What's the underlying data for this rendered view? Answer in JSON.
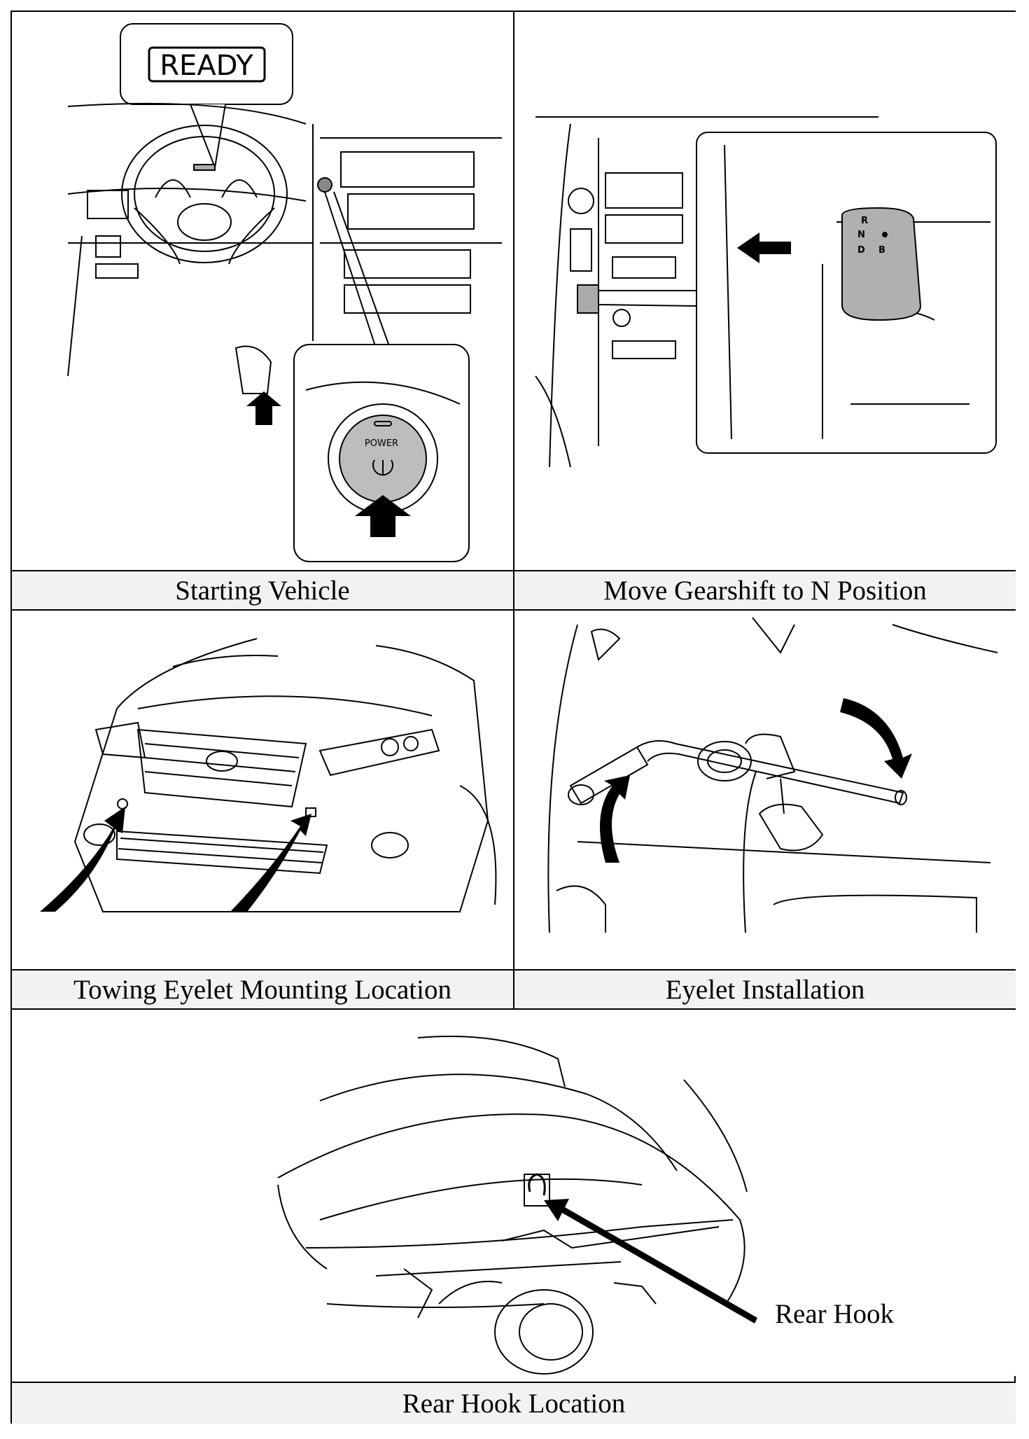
{
  "panels": [
    {
      "id": "starting",
      "caption": "Starting Vehicle"
    },
    {
      "id": "gearshift",
      "caption": "Move Gearshift to N Position"
    },
    {
      "id": "eyelet-location",
      "caption": "Towing Eyelet Mounting Location"
    },
    {
      "id": "eyelet-install",
      "caption": "Eyelet Installation"
    },
    {
      "id": "rear-hook",
      "caption": "Rear Hook Location"
    }
  ],
  "callouts": {
    "ready": "READY",
    "power": "POWER",
    "rear_hook": "Rear Hook",
    "gear_r": "R",
    "gear_n": "N",
    "gear_d": "D",
    "gear_b": "B"
  }
}
